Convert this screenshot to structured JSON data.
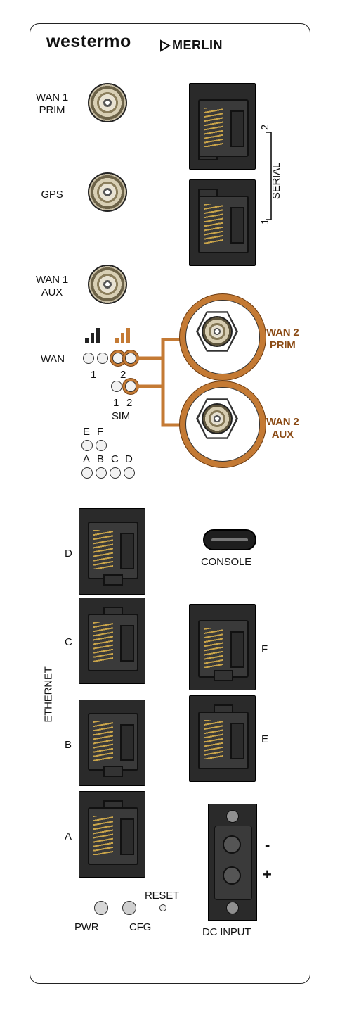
{
  "brand": {
    "logo": "westermo",
    "product": "MERLIN",
    "product_icon": "play-outline-icon"
  },
  "antennas": [
    {
      "label": "WAN 1\nPRIM"
    },
    {
      "label": "GPS"
    },
    {
      "label": "WAN 1\nAUX"
    }
  ],
  "serial": {
    "label": "SERIAL",
    "port_numbers": [
      "2",
      "1"
    ]
  },
  "wan": {
    "label": "WAN",
    "signal_groups": [
      "1",
      "2"
    ],
    "signal_icon": "signal-bars-icon",
    "accent_color": "#c47a34",
    "sim": {
      "label": "SIM",
      "numbers": [
        "1",
        "2"
      ]
    },
    "wan2_ports": [
      {
        "label": "WAN 2\nPRIM"
      },
      {
        "label": "WAN 2\nAUX"
      }
    ]
  },
  "status_leds": {
    "row1": [
      "E",
      "F"
    ],
    "row2": [
      "A",
      "B",
      "C",
      "D"
    ]
  },
  "ethernet": {
    "label": "ETHERNET",
    "left_ports": [
      "D",
      "C",
      "B",
      "A"
    ],
    "right_ports": [
      "F",
      "E"
    ]
  },
  "console": {
    "label": "CONSOLE"
  },
  "bottom": {
    "pwr": "PWR",
    "cfg": "CFG",
    "reset": "RESET"
  },
  "dc_input": {
    "label": "DC INPUT",
    "minus": "-",
    "plus": "+"
  }
}
